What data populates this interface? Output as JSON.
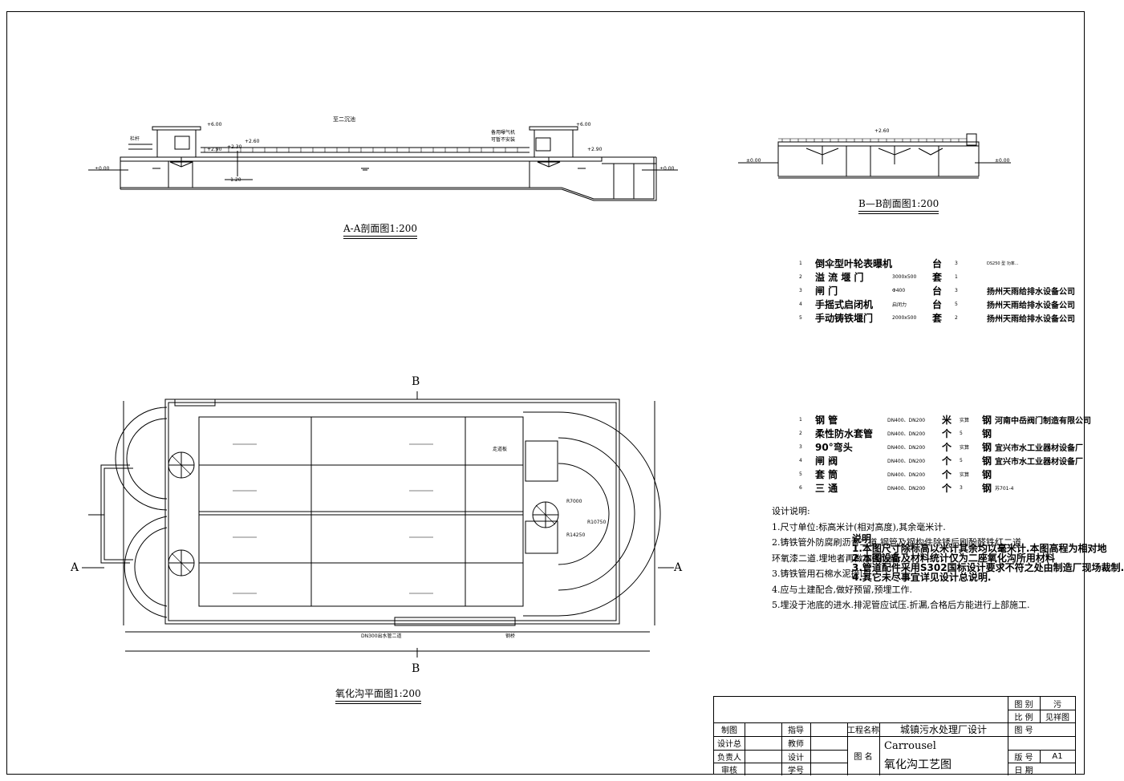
{
  "section_aa": {
    "title": "A-A剖面图1:200",
    "top_label": "至二沉池",
    "elevations": [
      "+6.00",
      "+6.00",
      "+2.90",
      "+2.30",
      "+2.60",
      "+2.90",
      "-1.20",
      "±0.00",
      "±0.00"
    ],
    "railing_label": "栏杆",
    "aerator_note_1": "备用曝气机",
    "aerator_note_2": "可暂不安装"
  },
  "section_bb": {
    "title": "B—B剖面图1:200",
    "elevations": [
      "+2.60",
      "±0.00",
      "±0.00"
    ]
  },
  "plan": {
    "title": "氧化沟平面图1:200",
    "mark_a": "A",
    "mark_b": "B",
    "walkway": "走道板",
    "radius_1": "R7000",
    "radius_2": "R10750",
    "radius_3": "R14250",
    "pipe_note": "DN300出水管二道",
    "steel_note": "钢桥"
  },
  "equipment_table_1": {
    "rows": [
      {
        "no": "1",
        "name": "倒伞型叶轮表曝机",
        "spec": "",
        "unit": "台",
        "qty": "3",
        "maker": "DS250  型 功率..."
      },
      {
        "no": "2",
        "name": "溢  流  堰  门",
        "spec": "3000x500",
        "unit": "套",
        "qty": "1",
        "maker": ""
      },
      {
        "no": "3",
        "name": "闸     门",
        "spec": "Φ400",
        "unit": "台",
        "qty": "3",
        "maker": "扬州天雨给排水设备公司"
      },
      {
        "no": "4",
        "name": "手摇式启闭机",
        "spec": "启闭力",
        "unit": "台",
        "qty": "5",
        "maker": "扬州天雨给排水设备公司"
      },
      {
        "no": "5",
        "name": "手动铸铁堰门",
        "spec": "2000x500",
        "unit": "套",
        "qty": "2",
        "maker": "扬州天雨给排水设备公司"
      }
    ]
  },
  "equipment_table_2": {
    "rows": [
      {
        "no": "1",
        "name": "钢     管",
        "spec": "DN400、DN200",
        "unit": "米",
        "qty": "实算",
        "mat": "钢",
        "maker": "河南中岳阀门制造有限公司"
      },
      {
        "no": "2",
        "name": "柔性防水套管",
        "spec": "DN400、DN200",
        "unit": "个",
        "qty": "5",
        "mat": "钢",
        "maker": ""
      },
      {
        "no": "3",
        "name": "90°弯头",
        "spec": "DN400、DN200",
        "unit": "个",
        "qty": "实算",
        "mat": "钢",
        "maker": "宜兴市水工业器材设备厂"
      },
      {
        "no": "4",
        "name": "闸     阀",
        "spec": "DN400、DN200",
        "unit": "个",
        "qty": "5",
        "mat": "钢",
        "maker": "宜兴市水工业器材设备厂"
      },
      {
        "no": "5",
        "name": "套     筒",
        "spec": "DN400、DN200",
        "unit": "个",
        "qty": "实算",
        "mat": "钢",
        "maker": ""
      },
      {
        "no": "6",
        "name": "三     通",
        "spec": "DN400、DN200",
        "unit": "个",
        "qty": "3",
        "mat": "钢",
        "maker": "苏701-4"
      }
    ]
  },
  "design_notes": {
    "title": "设计说明:",
    "lines": [
      "1.尺寸单位:标高米计(相对高度),其余毫米计.",
      "2.铸铁管外防腐刷沥青二道,钢管及钢构件除锈后刷酚醛铁红二道,",
      "环氧漆二道.埋地者再做加强防腐.",
      "3.铸铁管用石棉水泥接口.",
      "4.应与土建配合,做好预留,预埋工作.",
      "5.埋没于池底的进水.排泥管应试压.折漏,合格后方能进行上部施工."
    ],
    "overlay_lines": [
      "说明",
      "1.本图尺寸除标高以米计其余均以毫米计.本图高程为相对地",
      "2.本图设备及材料统计仅为二座氧化沟所用材料",
      "3.管道配件采用S302国标设计要求不符之处由制造厂现场裁制.",
      "4.其它未尽事宜详见设计总说明."
    ]
  },
  "title_block": {
    "drawn": "制图",
    "designer_total": "设计总",
    "responsible": "负责人",
    "review": "审核",
    "guide_1": "指导",
    "guide_2": "教师",
    "design": "设计",
    "student_no": "学号",
    "project_name_label": "工程名称",
    "project_name": "城镇污水处理厂设计",
    "drawing_name_label": "图  名",
    "drawing_name_1": "Carrousel",
    "drawing_name_2": "氧化沟工艺图",
    "category_label": "图  别",
    "category": "污",
    "scale_label": "比  例",
    "scale": "见祥图",
    "number_label": "图  号",
    "version_label": "版  号",
    "version": "A1",
    "date_label": "日  期"
  }
}
